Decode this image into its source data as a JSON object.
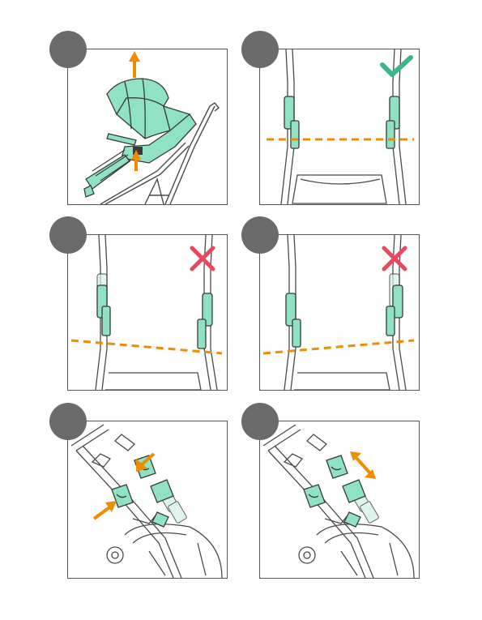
{
  "document": {
    "steps": [
      {
        "id": 1,
        "badge": "",
        "illustration": "lift-seat-from-frame",
        "indicator": "arrow-up"
      },
      {
        "id": 2,
        "badge": "",
        "illustration": "seat-brackets-level",
        "indicator": "check-mark"
      },
      {
        "id": 3,
        "badge": "",
        "illustration": "seat-brackets-uneven-right-low",
        "indicator": "x-mark"
      },
      {
        "id": 4,
        "badge": "",
        "illustration": "seat-brackets-uneven-left-low",
        "indicator": "x-mark"
      },
      {
        "id": 5,
        "badge": "",
        "illustration": "press-adapter-buttons",
        "indicator": "arrows-in"
      },
      {
        "id": 6,
        "badge": "",
        "illustration": "slide-adapter",
        "indicator": "double-arrow"
      }
    ]
  },
  "colors": {
    "accent_orange": "#F08C00",
    "mint": "#8FE3C2",
    "check_green": "#3BB58C",
    "x_red": "#E8485E",
    "line": "#4a4a4a",
    "badge": "#6b6b6b"
  }
}
